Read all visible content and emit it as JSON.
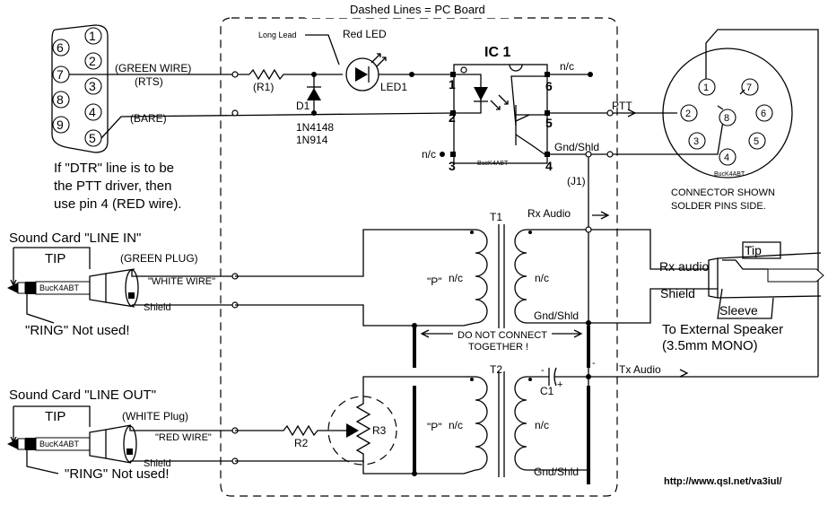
{
  "board_label": "Dashed Lines = PC Board",
  "db9": {
    "pins": [
      "6",
      "7",
      "8",
      "9",
      "1",
      "2",
      "3",
      "4",
      "5"
    ]
  },
  "wires": {
    "green_wire": "(GREEN WIRE)",
    "rts": "(RTS)",
    "bare": "(BARE)"
  },
  "notes": {
    "dtr_line1": "If \"DTR\" line is to be",
    "dtr_line2": "the PTT driver, then",
    "dtr_line3": "use pin 4 (RED wire)."
  },
  "components": {
    "long_lead": "Long Lead",
    "red_led": "Red LED",
    "r1": "(R1)",
    "led1": "LED1",
    "d1": "D1",
    "d1_p1": "1N4148",
    "d1_p2": "1N914",
    "ic1": "IC 1",
    "ic_brand": "BucK4ABT",
    "nc": "n/c",
    "ptt": "PTT",
    "gnd_shld": "Gnd/Shld",
    "j1": "(J1)",
    "t1": "T1",
    "t2": "T2",
    "p": "\"P\"",
    "r2": "R2",
    "r3": "R3",
    "c1": "C1",
    "plus": "+",
    "minus": "-"
  },
  "ic_pins": [
    "1",
    "2",
    "3",
    "4",
    "5",
    "6"
  ],
  "connector": {
    "pins": [
      "1",
      "7",
      "2",
      "8",
      "6",
      "3",
      "5",
      "4"
    ],
    "brand": "BucK4ABT",
    "caption1": "CONNECTOR SHOWN",
    "caption2": "SOLDER PINS SIDE."
  },
  "line_in": {
    "title": "Sound Card \"LINE IN\"",
    "tip": "TIP",
    "brand": "BucK4ABT",
    "plug": "(GREEN PLUG)",
    "wire": "\"WHITE WIRE\"",
    "shield": "Shield",
    "ring": "\"RING\" Not used!"
  },
  "line_out": {
    "title": "Sound Card \"LINE OUT\"",
    "tip": "TIP",
    "brand": "BucK4ABT",
    "plug": "(WHITE Plug)",
    "wire": "\"RED WIRE\"",
    "shield": "Shield",
    "ring": "\"RING\" Not used!"
  },
  "audio": {
    "rx_audio": "Rx Audio",
    "tx_audio": "Tx Audio",
    "do_not_connect1": "DO NOT CONNECT",
    "do_not_connect2": "TOGETHER !"
  },
  "speaker": {
    "rx_audio": "Rx audio",
    "shield": "Shield",
    "tip": "Tip",
    "sleeve": "Sleeve",
    "caption1": "To  External Speaker",
    "caption2": "(3.5mm MONO)"
  },
  "url": "http://www.qsl.net/va3iul/"
}
